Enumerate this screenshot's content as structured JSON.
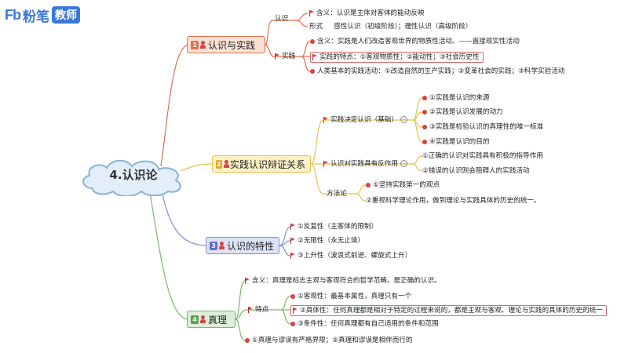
{
  "logo": {
    "fb": "Fb",
    "brand": "粉笔",
    "badge": "教师"
  },
  "center": "4.认识论",
  "topics": [
    {
      "num": "1",
      "label": "认识与实践"
    },
    {
      "num": "2",
      "label": "实践认识辩证关系"
    },
    {
      "num": "3",
      "label": "认识的特性"
    },
    {
      "num": "4",
      "label": "真理"
    }
  ],
  "t1": {
    "renshi": "认识",
    "renshi_hanyi": "含义：认识是主体对客体的能动反映",
    "xingshi": "形式",
    "xingshi_text": "感性认识（初级阶段）；理性认识（高级阶段）",
    "shijian": "实践",
    "shijian_hanyi": "含义：实践是人们改造客观世界的物质性活动。——直接现实性活动",
    "shijian_tedian": "实践的特点：①客观物质性；②能动性；③社会历史性",
    "shijian_jiben": "人类基本的实践活动：①改造自然的生产实践；②变革社会的实践；③科学实验活动"
  },
  "t2": {
    "juedding": "实践决定认识（基础）",
    "items": [
      "①实践是认识的来源",
      "②实践是认识发展的动力",
      "③实践是检验认识的真理性的唯一标准",
      "④实践是认识的目的"
    ],
    "fanzuoyong": "认识对实践具有反作用",
    "fz_items": [
      "①正确的认识对实践具有积极的指导作用",
      "②错误的认识则会阻碍人的实践活动"
    ],
    "fangfalun": "方法论",
    "ff_items": [
      "①坚持实践第一的观点",
      "②重视科学理论作用，做到理论与实践具体的历史的统一。"
    ]
  },
  "t3": {
    "items": [
      "①反复性（主客体的限制）",
      "②无限性（永无止境）",
      "③上升性（波浪式前进、螺旋式上升）"
    ]
  },
  "t4": {
    "hanyi": "含义：真理是标志主观与客观符合的哲学范畴。是正确的认识。",
    "tedian": "特点",
    "td_items": [
      "①客观性：最基本属性，真理只有一个",
      "②具体性：任何真理都是相对于特定的过程来说的，都是主观与客观、理论与实践的具体的历史的统一",
      "③条件性：任何真理都有自己适用的条件和范围"
    ],
    "bottom": "①真理与谬误有严格界限；②真理和谬误是相伴而行的"
  }
}
